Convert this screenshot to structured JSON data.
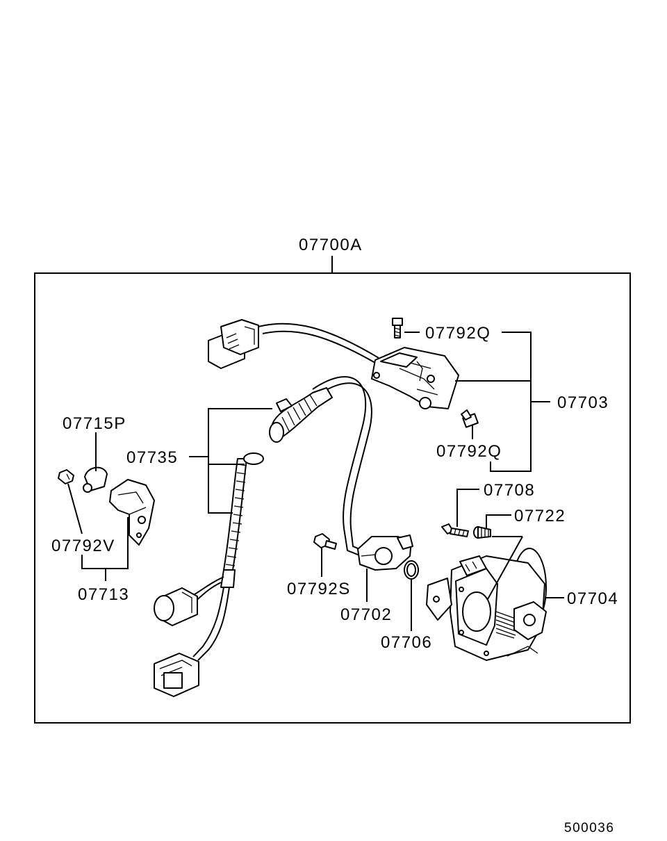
{
  "assembly_label": "07700A",
  "figure_number": "500036",
  "parts": {
    "screw_upper": "07792Q",
    "screw_lower": "07792Q",
    "sensor_assembly": "07703",
    "clamp": "07715P",
    "harness": "07735",
    "bracket_bolt": "07792V",
    "bracket": "07713",
    "screw_bolt": "07708",
    "spring": "07722",
    "tps_bolt": "07792S",
    "throttle_sensor": "07702",
    "o_ring": "07706",
    "throttle_body": "07704"
  }
}
